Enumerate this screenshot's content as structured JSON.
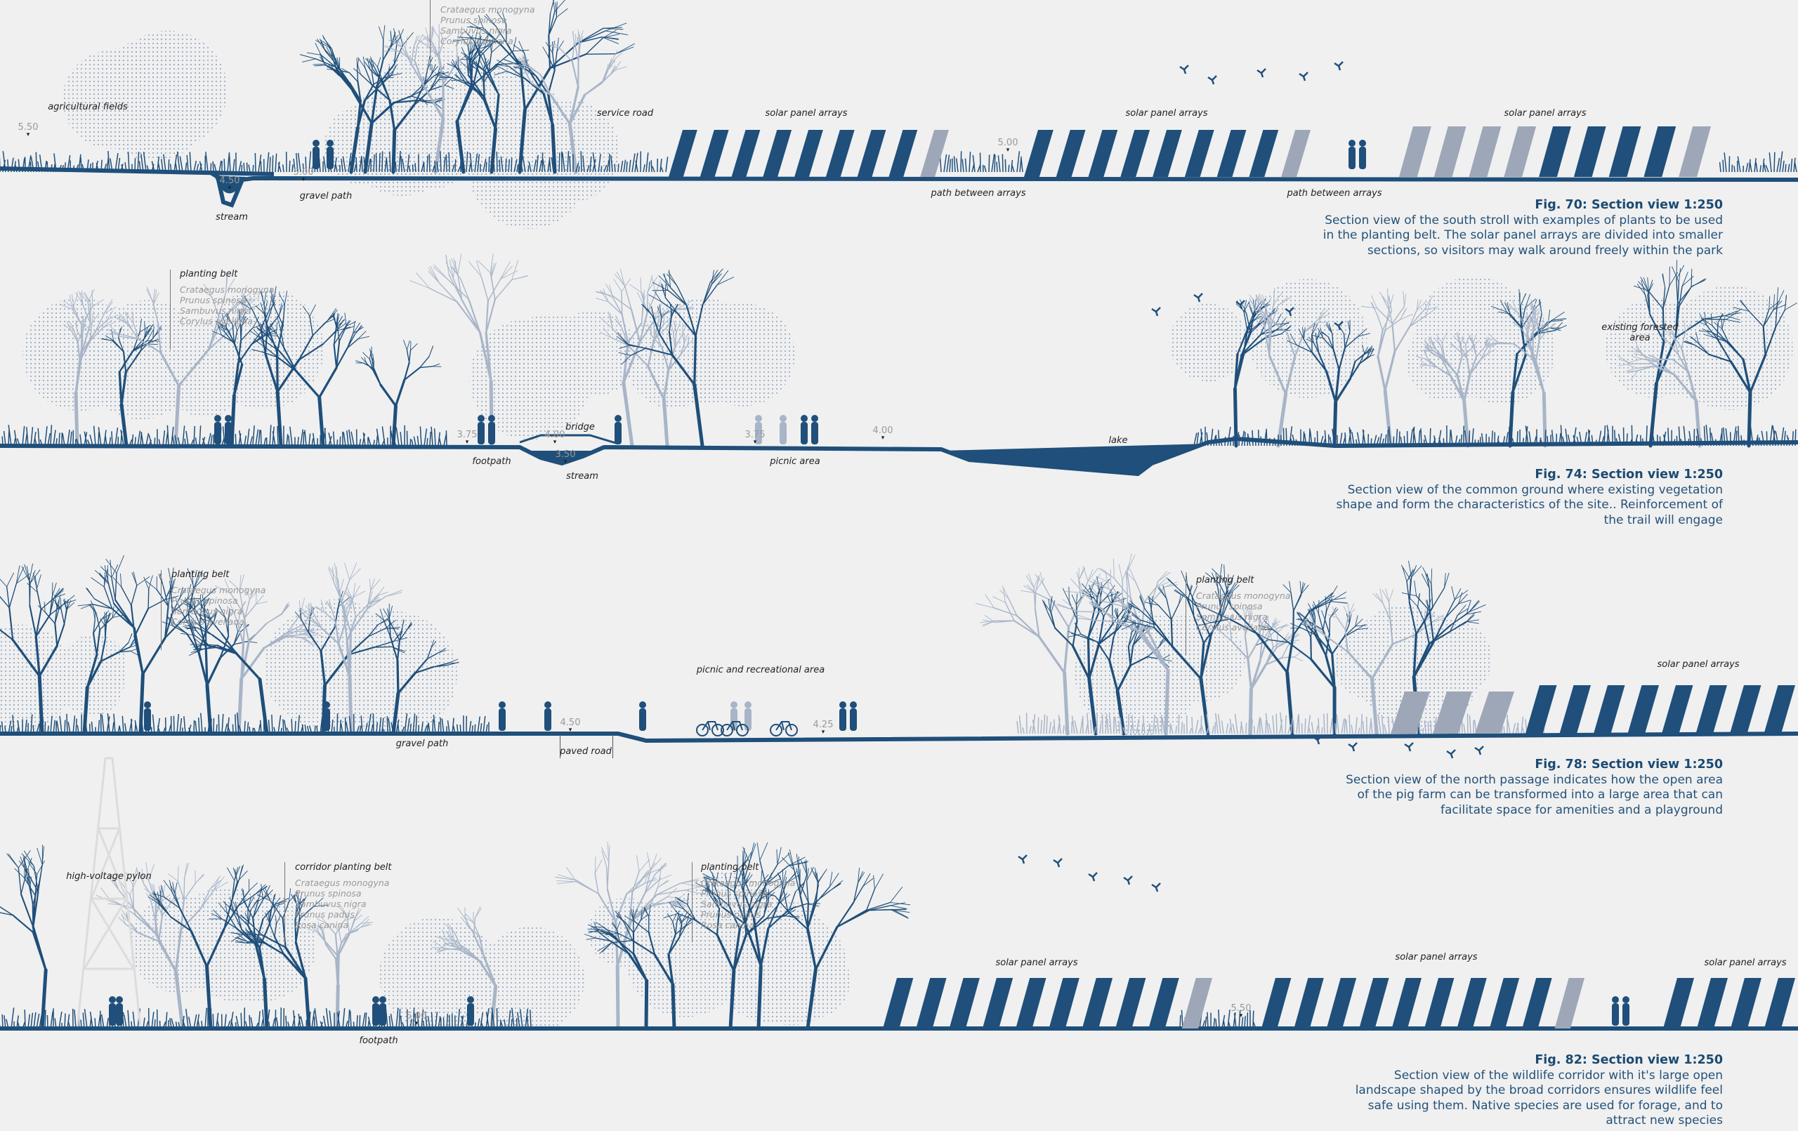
{
  "colors": {
    "ground": "#1f4f7a",
    "light": "#a8b5c8",
    "panel": "#1f4f7a",
    "panel_ghost": "#9ea7b8",
    "caption": "#24527a",
    "background": "#f0f0f0"
  },
  "s1": {
    "labels": {
      "fields": "agricultural fields",
      "stream": "stream",
      "gravel": "gravel path",
      "service": "service road",
      "solar_a": "solar panel arrays",
      "solar_b": "solar panel arrays",
      "solar_c": "solar panel arrays",
      "path_a": "path between arrays",
      "path_b": "path between arrays"
    },
    "levels": {
      "l1": "5.50",
      "l2": "4.50",
      "l3": "5.00",
      "l4": "5.00"
    },
    "species": [
      "Crataegus monogyna",
      "Prunus spinosa",
      "Sambuvus nigra",
      "Corylus avellana"
    ],
    "caption": {
      "title": "Fig. 70: Section view 1:250",
      "lines": [
        "Section view of the south stroll with examples of plants to be used",
        "in the planting belt. The solar panel arrays are divided into smaller",
        "sections, so visitors may walk around freely within the park"
      ]
    }
  },
  "s2": {
    "labels": {
      "footpath": "footpath",
      "bridge": "bridge",
      "stream": "stream",
      "picnic": "picnic area",
      "lake": "lake",
      "forest1": "existing forested",
      "forest2": "area"
    },
    "levels": {
      "l1": "3.75",
      "l2": "4.00",
      "l3": "3.50",
      "l4": "3.75",
      "l5": "4.00"
    },
    "species_title": "planting belt",
    "species": [
      "Crataegus monogyna",
      "Prunus spinosa",
      "Sambuvus nigra",
      "Corylus avellana"
    ],
    "caption": {
      "title": "Fig. 74: Section view 1:250",
      "lines": [
        "Section view of the common ground where existing vegetation",
        "shape and form the characteristics of the site.. Reinforcement of",
        "the trail will engage"
      ]
    }
  },
  "s3": {
    "labels": {
      "gravel": "gravel path",
      "paved": "paved road",
      "picnic": "picnic and recreational area",
      "solar": "solar panel arrays"
    },
    "levels": {
      "l1": "4.50",
      "l2": "4.25"
    },
    "species_a_title": "planting belt",
    "species_a": [
      "Crataegus monogyna",
      "Prunus spinosa",
      "Sambuvus nigra",
      "Corylus avellana"
    ],
    "species_b_title": "planting belt",
    "species_b": [
      "Crataegus monogyna",
      "Prunus spinosa",
      "Sambuvus nigra",
      "Corylus avellana"
    ],
    "caption": {
      "title": "Fig. 78: Section view 1:250",
      "lines": [
        "Section view of the north passage indicates how the open area",
        "of the pig farm can be transformed into a large area that can",
        "facilitate space for amenities and a playground"
      ]
    }
  },
  "s4": {
    "labels": {
      "pylon": "high-voltage pylon",
      "footpath": "footpath",
      "solar_a": "solar panel arrays",
      "solar_b": "solar panel arrays",
      "solar_c": "solar panel arrays"
    },
    "levels": {
      "l1": "5.00",
      "l2": "5.50"
    },
    "species_a_title": "corridor planting belt",
    "species_a": [
      "Crataegus monogyna",
      "Prunus spinosa",
      "Sambuvus nigra",
      "Prunus padus",
      "Rosa canina"
    ],
    "species_b_title": "planting belt",
    "species_b": [
      "Crataegus monogyna",
      "Prunus spinosa",
      "Sambuvus nigra",
      "Prunus padus",
      "Rosa canina"
    ],
    "caption": {
      "title": "Fig. 82: Section view 1:250",
      "lines": [
        "Section view of the wildlife corridor with it's large open",
        "landscape shaped by the broad corridors ensures wildlife feel",
        "safe using them. Native species are used for forage, and to",
        "attract new species"
      ]
    }
  }
}
